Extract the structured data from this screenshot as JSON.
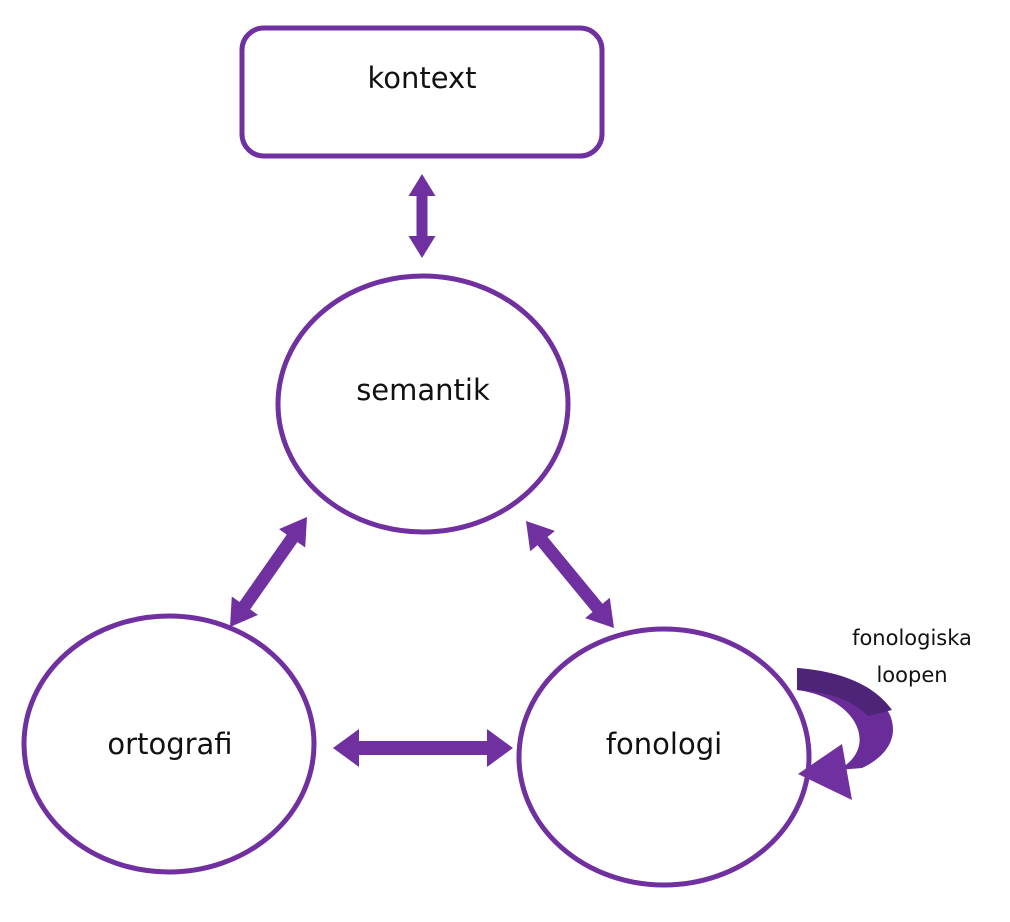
{
  "colors": {
    "accent": "#7030A0",
    "accent_dark": "#4E2478",
    "background": "#FFFFFF",
    "text": "#111111"
  },
  "nodes": {
    "context": {
      "label": "kontext"
    },
    "semantics": {
      "label": "semantik"
    },
    "orthography": {
      "label": "ortografi"
    },
    "phonology": {
      "label": "fonologi"
    }
  },
  "loop": {
    "label_line1": "fonologiska",
    "label_line2": "loopen"
  },
  "connections": [
    {
      "from": "kontext",
      "to": "semantik",
      "direction": "bidirectional"
    },
    {
      "from": "semantik",
      "to": "ortografi",
      "direction": "bidirectional"
    },
    {
      "from": "semantik",
      "to": "fonologi",
      "direction": "bidirectional"
    },
    {
      "from": "ortografi",
      "to": "fonologi",
      "direction": "bidirectional"
    },
    {
      "from": "fonologi",
      "to": "fonologi",
      "direction": "loop"
    }
  ]
}
